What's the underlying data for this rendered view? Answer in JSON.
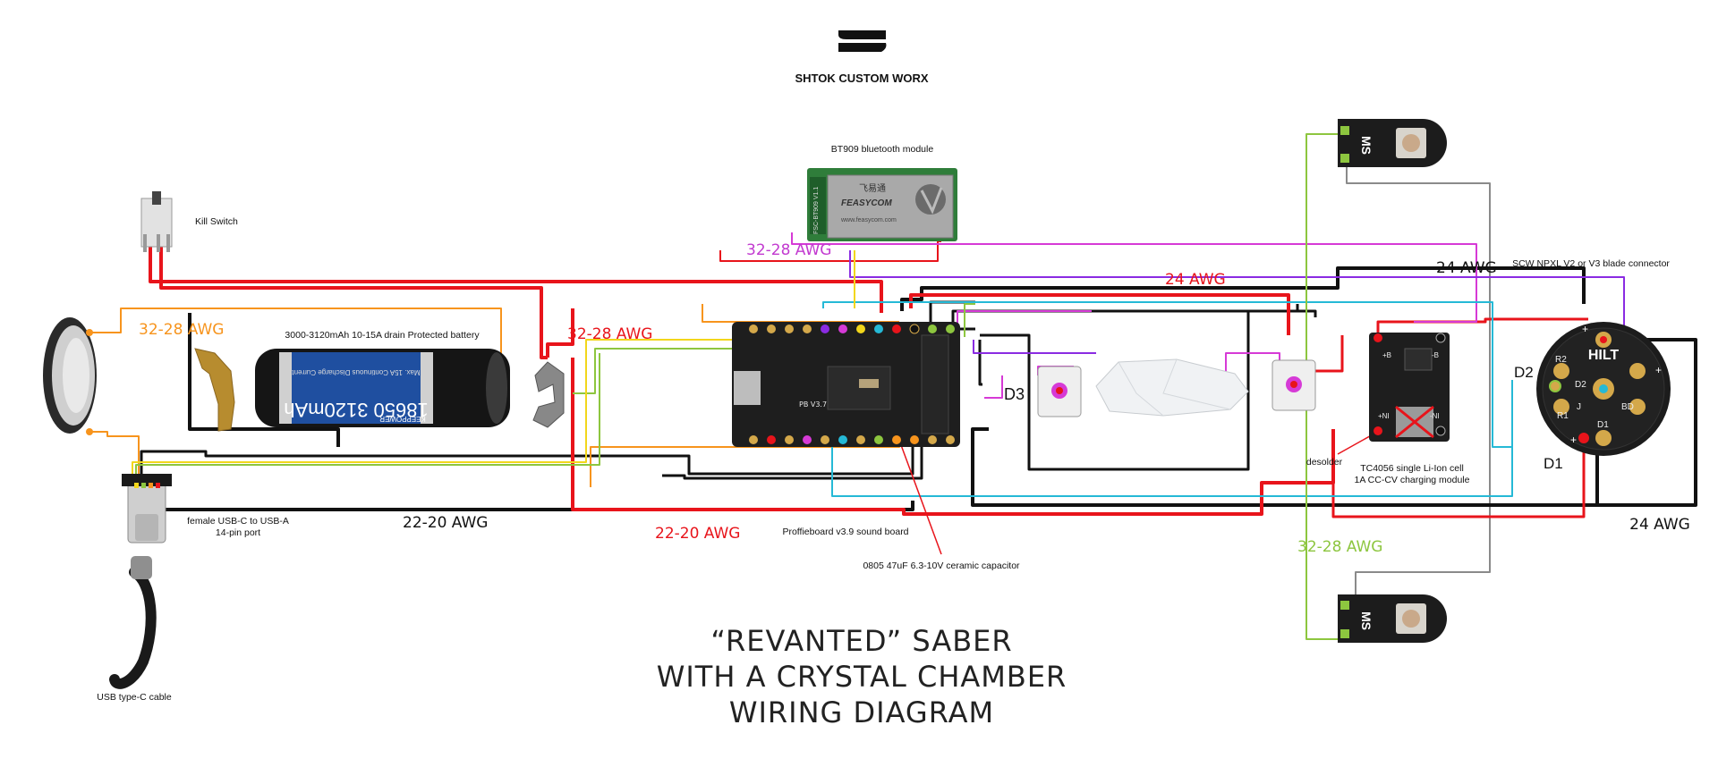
{
  "brand": {
    "name": "SHTOK CUSTOM WORX"
  },
  "title": {
    "line1": "“REVANTED” SABER",
    "line2": "WITH A CRYSTAL CHAMBER",
    "line3": "WIRING DIAGRAM"
  },
  "components": {
    "bluetooth": "BT909 bluetooth module",
    "bluetooth_chip_brand": "FEASYCOM",
    "bluetooth_chip_cn": "飞易通",
    "bluetooth_chip_web": "www.feasycom.com",
    "bluetooth_chip_model": "FSC-BT909 V1.1",
    "kill_switch": "Kill Switch",
    "battery": "3000-3120mAh 10-15A drain Protected battery",
    "battery_print": "18650 3120mAh",
    "battery_brand": "KEEPPOWER",
    "battery_spec": "Max. 15A Continuous Discharge Current",
    "soundboard": "Proffieboard v3.9 sound board",
    "soundboard_silk": "PB V3.7",
    "capacitor": "0805 47uF 6.3-10V ceramic capacitor",
    "usb_port_line1": "female USB-C to USB-A",
    "usb_port_line2": "14-pin port",
    "usb_cable": "USB type-C cable",
    "charger_line1": "TC4056 single Li-Ion cell",
    "charger_line2": "1A CC-CV charging module",
    "desolder": "desolder",
    "blade_connector": "SCW NPXL V2 or V3 blade connector",
    "hilt": "HILT"
  },
  "labels": {
    "d1": "D1",
    "d2": "D2",
    "d3": "D3",
    "ms": "MS",
    "r1": "R1",
    "r2": "R2",
    "bd": "BD",
    "j": "J",
    "d1pad": "D1",
    "d2pad": "D2",
    "plus": "+",
    "minus": "-",
    "b_plus": "+B",
    "b_minus": "-B",
    "n_plus": "+NI",
    "n_minus": "-NI"
  },
  "wire_gauges": {
    "awg_speaker": "32-28 AWG",
    "awg_bt": "32-28 AWG",
    "awg_batt_signal": "32-28 AWG",
    "awg_top_red": "24 AWG",
    "awg_top_black": "24 AWG",
    "awg_bottom_black": "22-20 AWG",
    "awg_bottom_red": "22-20 AWG",
    "awg_switch": "32-28 AWG",
    "awg_right": "24 AWG"
  },
  "colors": {
    "red": "#e8141b",
    "black": "#111111",
    "orange": "#f7941d",
    "magenta": "#d63ad6",
    "purple": "#8a2be2",
    "cyan": "#25b9d6",
    "green": "#8dc63f",
    "yellow": "#f2d61b",
    "gray": "#8a8a8a",
    "awg_orange": "#f7941d",
    "awg_magenta": "#c23ad0",
    "awg_green": "#8dc63f",
    "pcb": "#1e1e1e",
    "battery_blue": "#1f4fa0"
  }
}
